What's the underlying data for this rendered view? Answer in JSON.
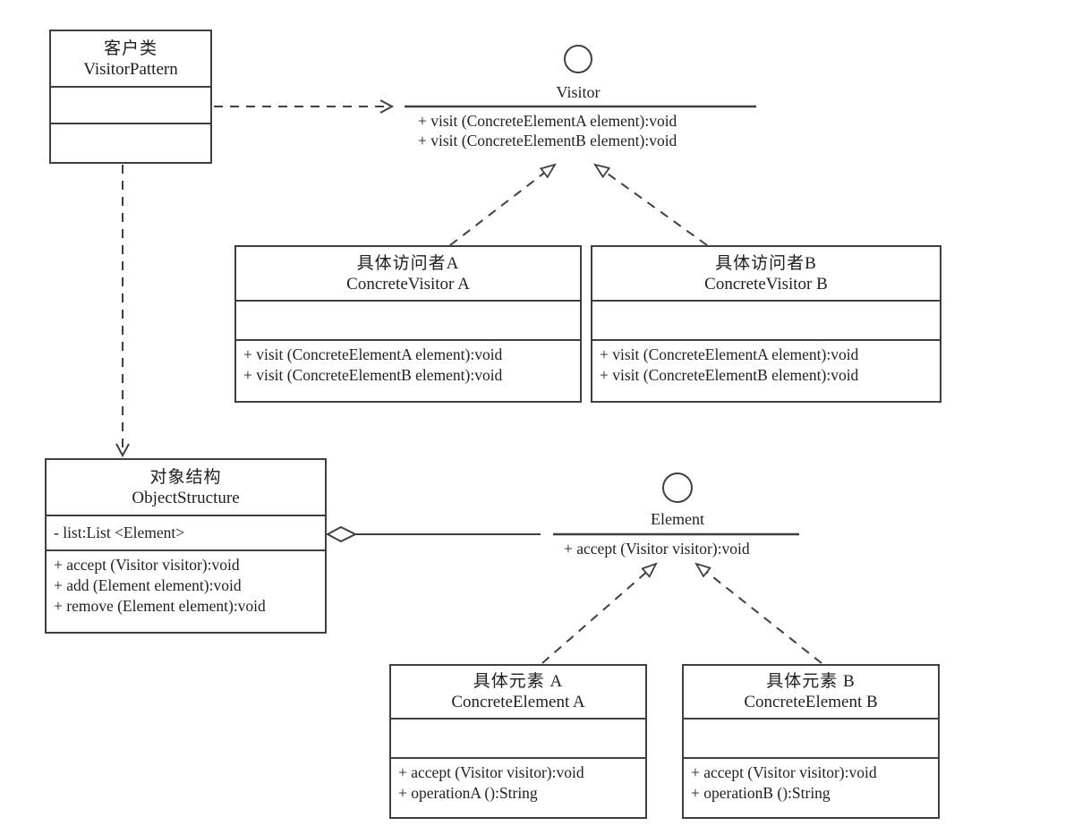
{
  "classes": {
    "client": {
      "name_cn": "客户类",
      "name_en": "VisitorPattern"
    },
    "object_structure": {
      "name_cn": "对象结构",
      "name_en": "ObjectStructure",
      "attributes": [
        "- list:List <Element>"
      ],
      "methods": [
        "+ accept (Visitor visitor):void",
        "+ add (Element element):void",
        "+ remove (Element element):void"
      ]
    },
    "concrete_visitor_a": {
      "name_cn": "具体访问者A",
      "name_en": "ConcreteVisitor A",
      "methods": [
        "+ visit (ConcreteElementA element):void",
        "+ visit (ConcreteElementB element):void"
      ]
    },
    "concrete_visitor_b": {
      "name_cn": "具体访问者B",
      "name_en": "ConcreteVisitor B",
      "methods": [
        "+ visit (ConcreteElementA element):void",
        "+ visit (ConcreteElementB element):void"
      ]
    },
    "concrete_element_a": {
      "name_cn": "具体元素 A",
      "name_en": "ConcreteElement A",
      "methods": [
        "+ accept (Visitor visitor):void",
        "+ operationA ():String"
      ]
    },
    "concrete_element_b": {
      "name_cn": "具体元素 B",
      "name_en": "ConcreteElement B",
      "methods": [
        "+ accept (Visitor visitor):void",
        "+ operationB ():String"
      ]
    }
  },
  "interfaces": {
    "visitor": {
      "name": "Visitor",
      "methods": [
        "+ visit (ConcreteElementA element):void",
        "+ visit (ConcreteElementB element):void"
      ]
    },
    "element": {
      "name": "Element",
      "methods": [
        "+ accept (Visitor visitor):void"
      ]
    }
  },
  "colors": {
    "line": "#3f3f3f",
    "text": "#1f1f1f",
    "background": "#ffffff"
  }
}
